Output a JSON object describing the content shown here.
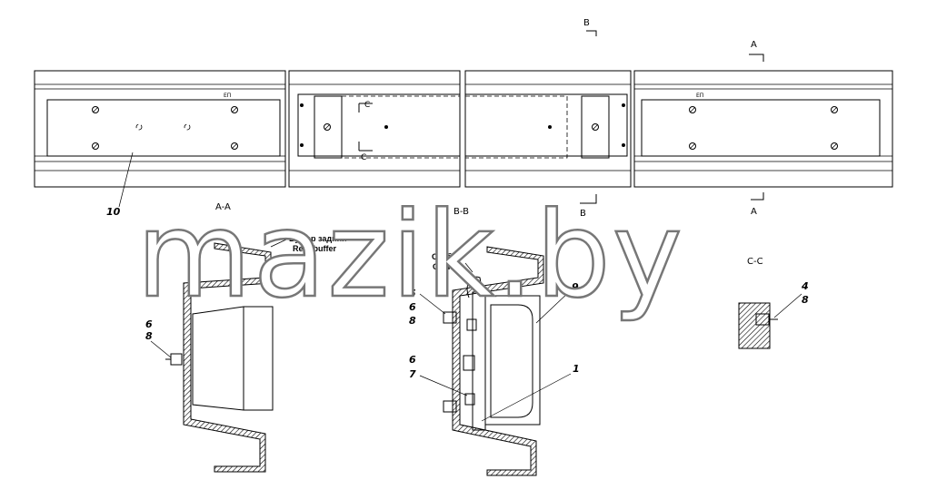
{
  "watermark": "mazik.by",
  "sections": {
    "aa_title": "A-A",
    "bb_title": "B-B",
    "cc_title": "C-C",
    "marker_a": "A",
    "marker_b": "B",
    "marker_c": "C"
  },
  "notes": {
    "buffer_ru": "Буфер задний",
    "buffer_en": "Rear buffer",
    "clamp_ru": "Скоба",
    "clamp_en": "Clamp"
  },
  "callouts": {
    "p10": "10",
    "p9": "9",
    "p1": "1",
    "p4": "4",
    "p5": "5",
    "p6": "6",
    "p7": "7",
    "p8": "8"
  }
}
